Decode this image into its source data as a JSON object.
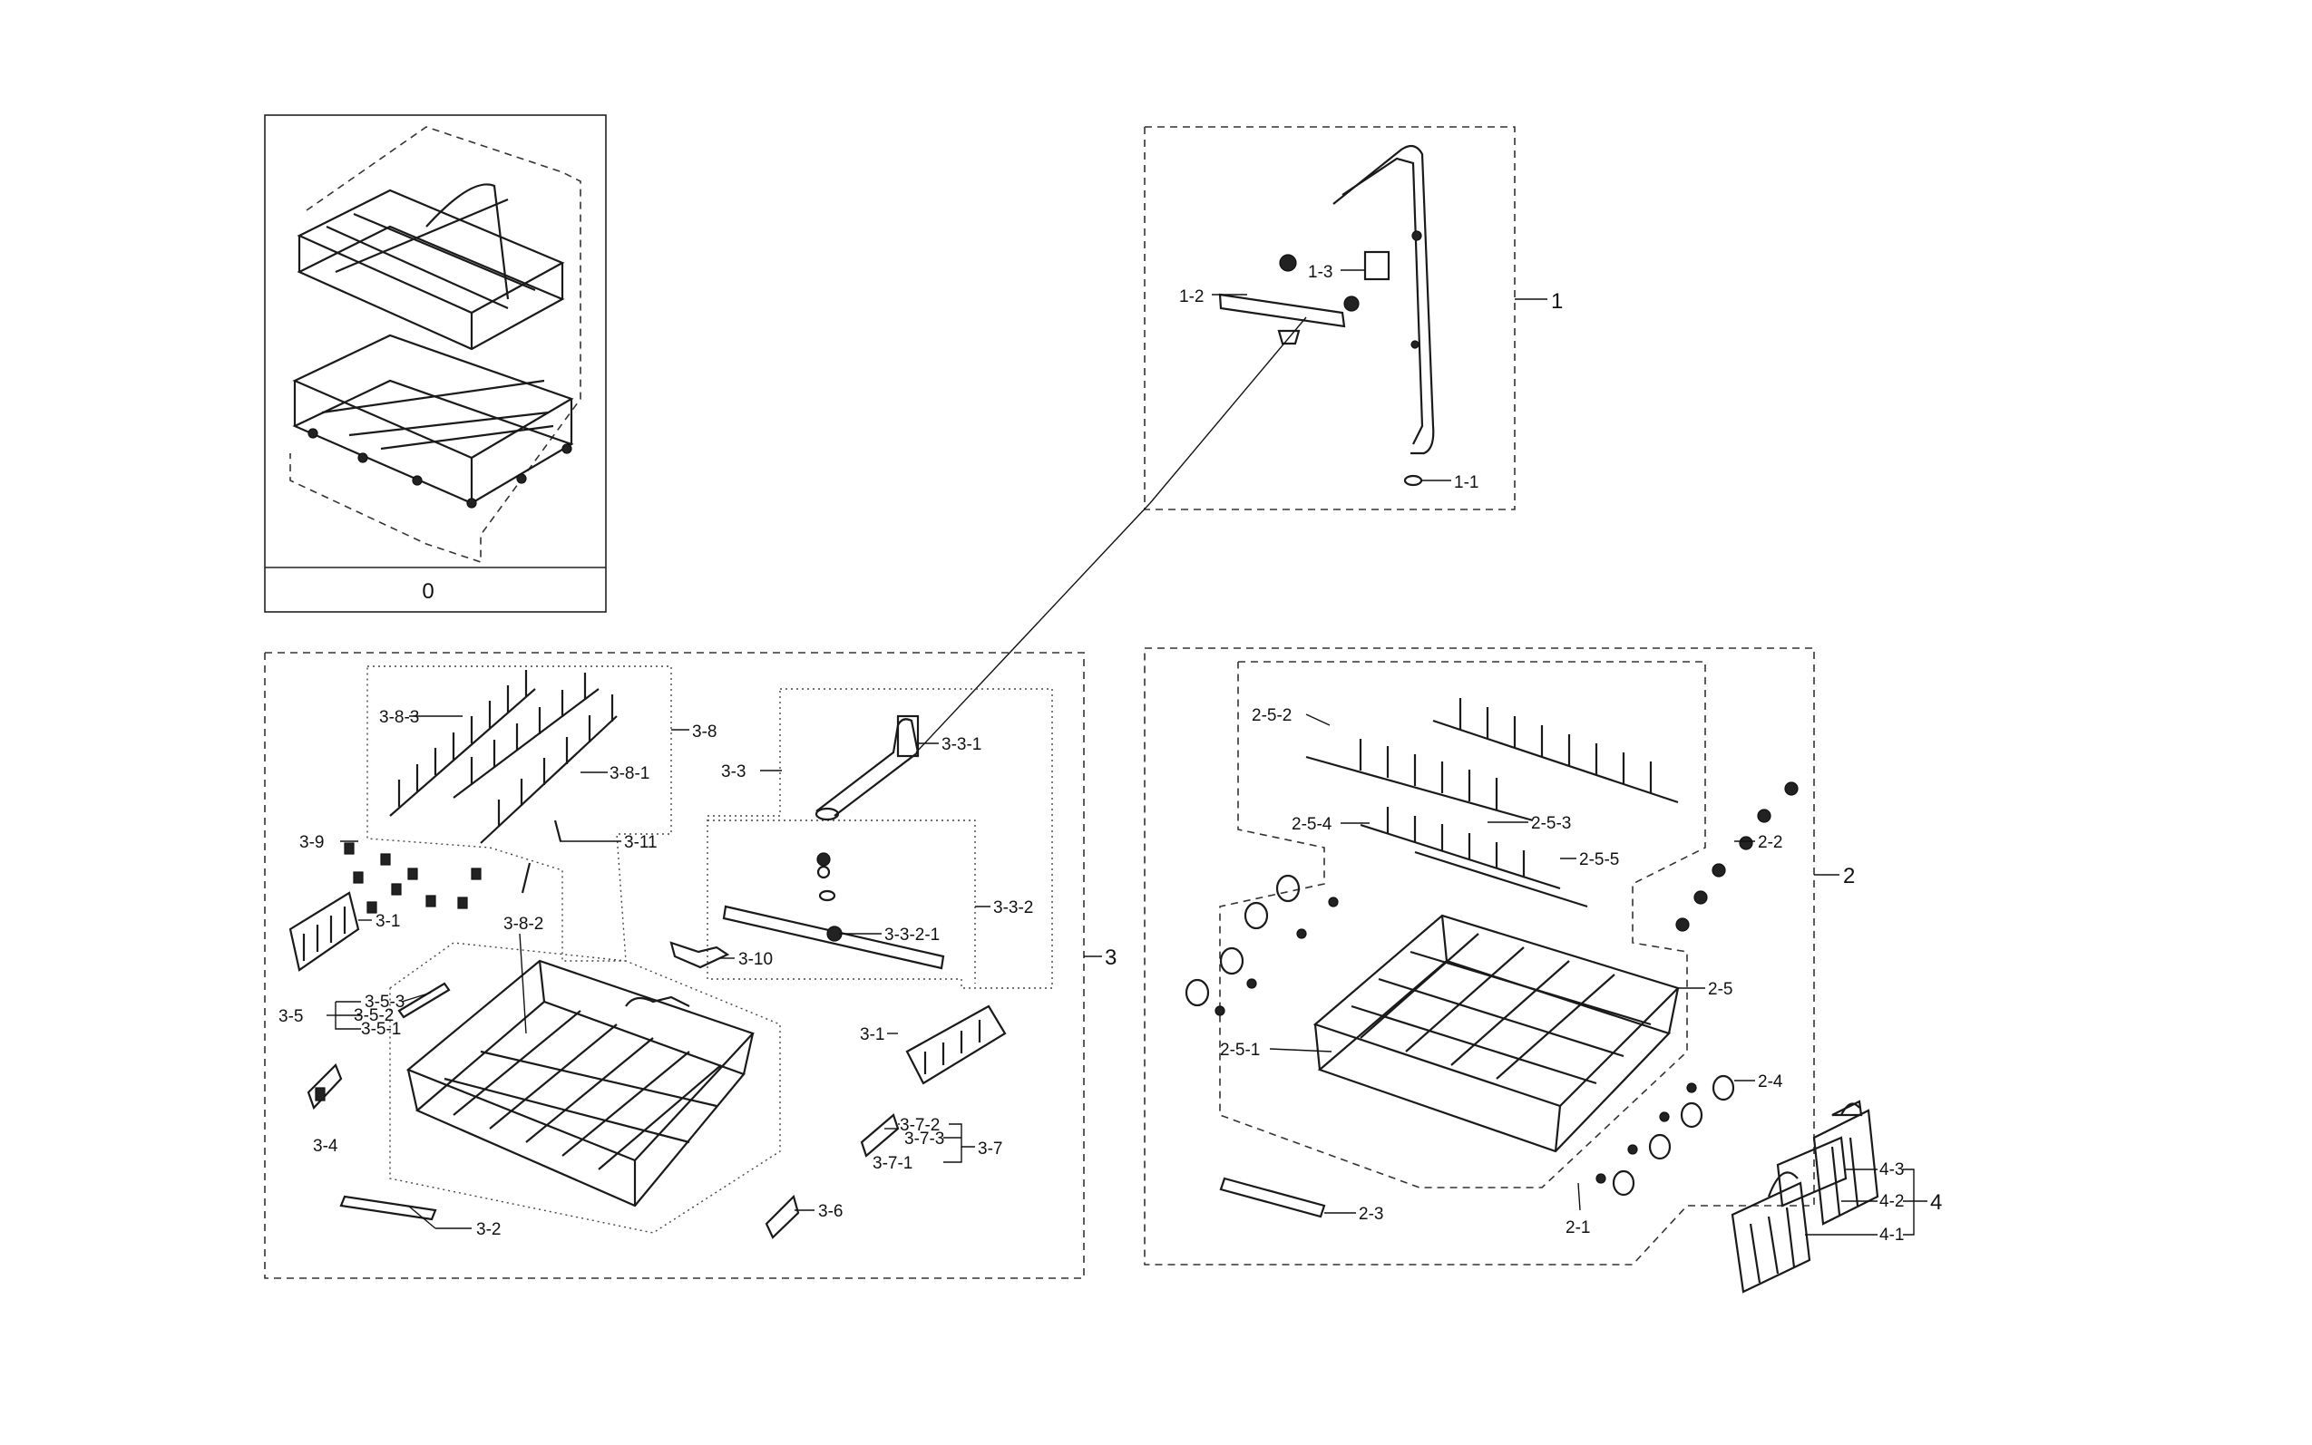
{
  "labels": {
    "l0": "0",
    "l1": "1",
    "l1_1": "1-1",
    "l1_2": "1-2",
    "l1_3": "1-3",
    "l2": "2",
    "l2_1": "2-1",
    "l2_2": "2-2",
    "l2_3": "2-3",
    "l2_4": "2-4",
    "l2_5": "2-5",
    "l2_5_1": "2-5-1",
    "l2_5_2": "2-5-2",
    "l2_5_3": "2-5-3",
    "l2_5_4": "2-5-4",
    "l2_5_5": "2-5-5",
    "l3": "3",
    "l3_1a": "3-1",
    "l3_1b": "3-1",
    "l3_2": "3-2",
    "l3_3": "3-3",
    "l3_3_1": "3-3-1",
    "l3_3_2": "3-3-2",
    "l3_3_2_1": "3-3-2-1",
    "l3_4": "3-4",
    "l3_5": "3-5",
    "l3_5_1": "3-5-1",
    "l3_5_2": "3-5-2",
    "l3_5_3": "3-5-3",
    "l3_6": "3-6",
    "l3_7": "3-7",
    "l3_7_1": "3-7-1",
    "l3_7_2": "3-7-2",
    "l3_7_3": "3-7-3",
    "l3_8": "3-8",
    "l3_8_1": "3-8-1",
    "l3_8_2": "3-8-2",
    "l3_8_3": "3-8-3",
    "l3_9": "3-9",
    "l3_10": "3-10",
    "l3_11": "3-11",
    "l4": "4",
    "l4_1": "4-1",
    "l4_2": "4-2",
    "l4_3": "4-3"
  }
}
